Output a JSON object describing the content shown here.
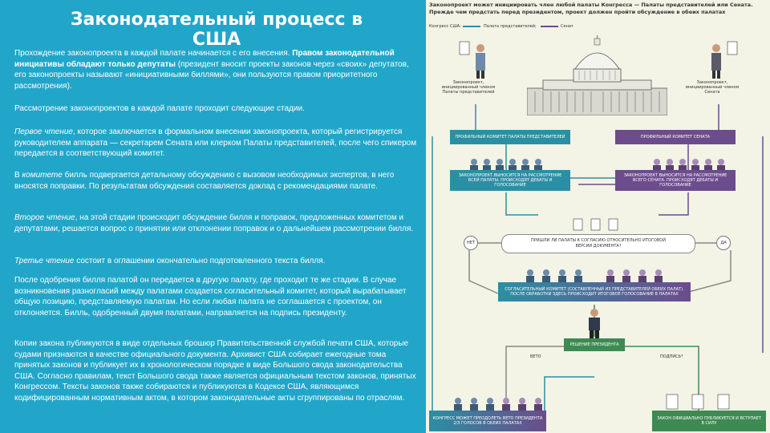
{
  "left": {
    "title": "Законодательный процесс в США",
    "p1_a": "Прохождение законопроекта в каждой палате начинается с его внесения. ",
    "p1_b": "Правом законодательной инициативы обладают только депутаты",
    "p1_c": " (президент вносит проекты законов через «своих» депутатов, его законопроекты называют «инициативными биллями», они пользуются правом приоритетного рассмотрения).",
    "p2": "Рассмотрение законопроектов в каждой палате проходит следующие стадии.",
    "p3_a": "Первое чтение",
    "p3_b": ", которое заключается в формальном внесении законопроекта, который регистрируется руководителем аппарата — секретарем Сената или клерком Палаты представителей, после чего спикером передается в соответствующий комитет.",
    "p4_a": "В ",
    "p4_b": "комитете",
    "p4_c": " билль подвергается детальному обсуждению с вызовом необходимых экспертов, в него вносятся поправки. По результатам обсуждения составляется доклад с рекомендациями палате.",
    "p5_a": "Второе чтение",
    "p5_b": ", на этой стадии происходит обсуждение билля и поправок, предложенных комитетом и депутатами, решается вопрос о принятии или отклонении поправок и о дальнейшем рассмотрении билля.",
    "p6_a": "Третье чтение",
    "p6_b": " состоит в оглашении окончательно подготовленного текста билля.",
    "p7": "После одобрения билля палатой он передается в другую палату, где проходит те же стадии. В случае возникновения разногласий между палатами создается согласительный комитет, который вырабатывает общую позицию, представляемую палатам. Но если любая палата не соглашается с проектом, он отклоняется. Билль, одобренный двумя палатами, направляется на подпись президенту.",
    "p8": "Копии закона публикуются в виде отдельных брошюр Правительственной службой печати США, которые судами признаются в качестве официального документа. Архивист США собирает ежегодные тома принятых законов и публикует их в хронологическом порядке в виде Большого свода законодательства США. Согласно правилам, текст Большого свода также является официальным текстом законов, принятых Конгрессом. Тексты законов также собираются и публикуются в Кодексе США, являющимся кодифицированным нормативным актом, в котором законодательные акты сгруппированы по отраслям."
  },
  "infographic": {
    "header_1": "Законопроект может инициировать член любой палаты Конгресса — Палаты представителей или Сената.",
    "header_2": "Прежде чем предстать перед президентом, проект должен пройти обсуждение в обеих палатах",
    "legend_congress": "Конгресс США:",
    "legend_house": "Палата представителей;",
    "legend_senate": "Сенат",
    "init_house": "Законопроект, инициированный членом Палаты представителей",
    "init_senate": "Законопроект, инициированный членом Сената",
    "committee_house": "Профильный комитет Палаты представителей",
    "committee_senate": "Профильный комитет Сената",
    "floor_house": "Законопроект выносится на рассмотрение всей палаты. Происходят дебаты и голосование",
    "floor_senate": "Законопроект выносится на рассмотрение всего Сената. Происходят дебаты и голосование",
    "no": "НЕТ",
    "yes": "ДА",
    "question": "Пришли ли палаты к согласию относительно итоговой версии документа?",
    "conference": "Согласительный комитет (составленный из представителей обеих палат). После обработки здесь происходит итоговое голосование в палатах",
    "president": "Решение президента",
    "veto": "ВЕТО",
    "sign": "ПОДПИСЬ*",
    "override": "Конгресс может преодолеть вето президента 2/3 голосов в обеих палатах",
    "law": "Закон официально публикуется и вступает в силу",
    "colors": {
      "teal": "#2b8fa3",
      "purple": "#6c4c8c",
      "green": "#3e8a52",
      "panel": "#21a6c9"
    }
  }
}
